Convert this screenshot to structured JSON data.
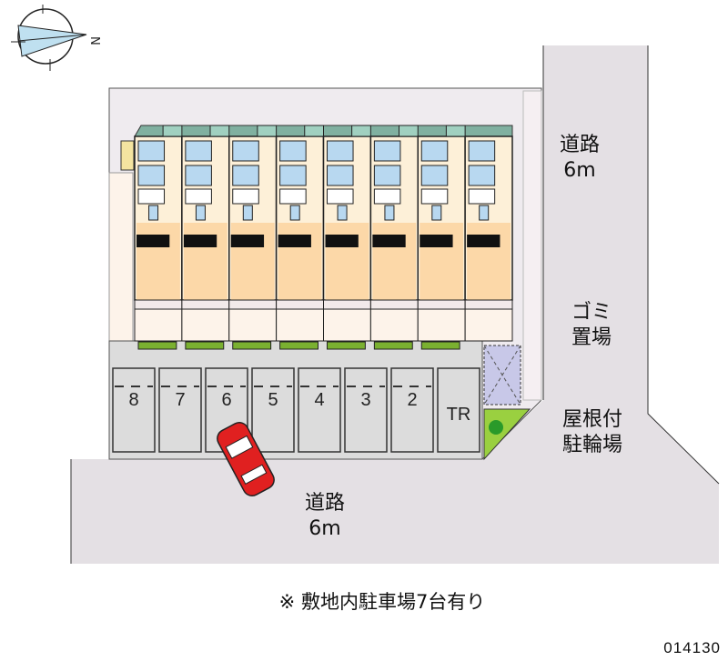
{
  "compass": {
    "north_label": "N"
  },
  "roads": [
    {
      "name": "road-east",
      "label": "道路\n6m"
    },
    {
      "name": "road-south",
      "label": "道路\n6m"
    }
  ],
  "facilities": {
    "garbage": "ゴミ\n置場",
    "bicycle": "屋根付\n駐輪場"
  },
  "parking_slots": [
    "8",
    "7",
    "6",
    "5",
    "4",
    "3",
    "2",
    "TR"
  ],
  "unit_count": 8,
  "footnote": "※ 敷地内駐車場7台有り",
  "property_code": "014130",
  "colors": {
    "road": "#e4e0e4",
    "lot": "#efebef",
    "parking": "#dcdcdc",
    "room": "#fcd8a8",
    "room_light": "#fdf0d8",
    "bath": "#b8d8f0",
    "roof": "#80b0a0",
    "car": "#e02020"
  }
}
